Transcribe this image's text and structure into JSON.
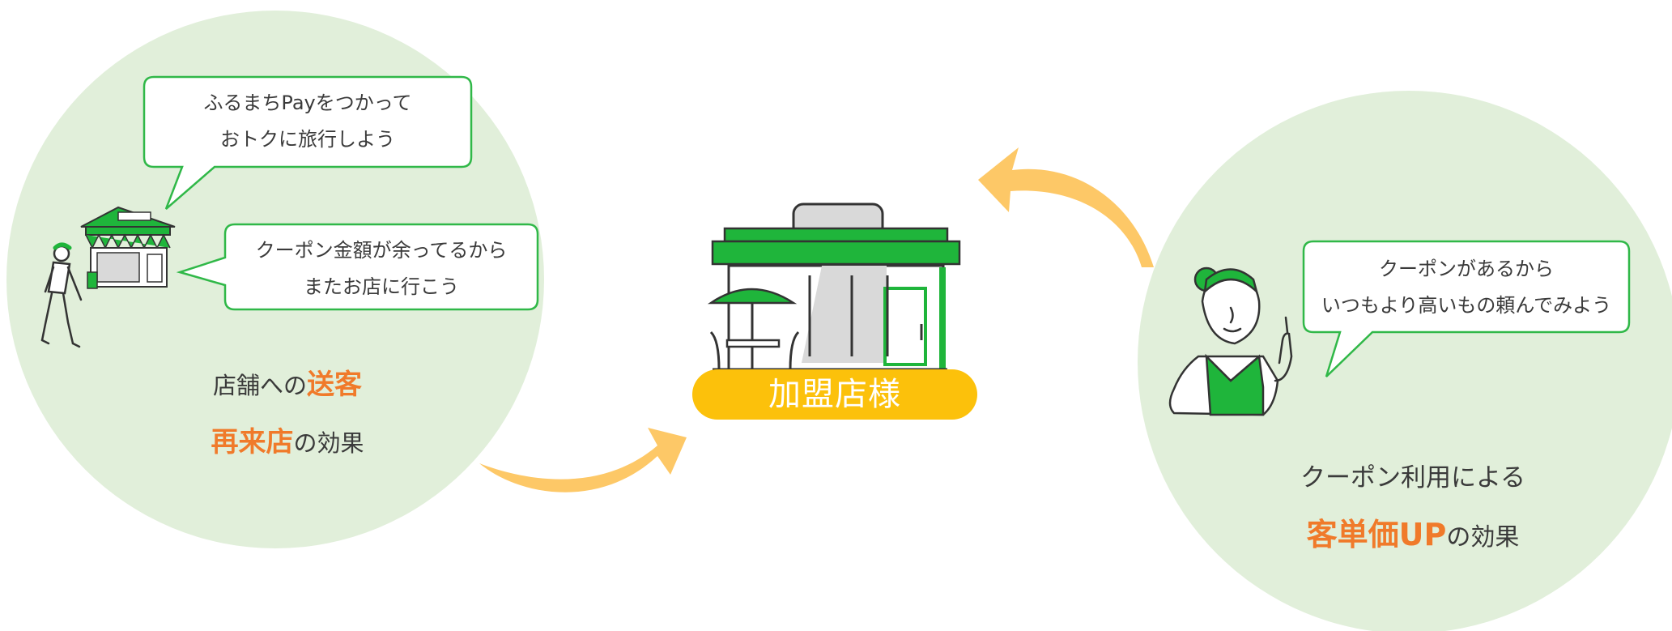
{
  "colors": {
    "circle_bg": "#e1efda",
    "green": "#1fb53b",
    "bubble_border": "#30b848",
    "arrow": "#fdc867",
    "accent_text": "#f07a2a",
    "label_bg": "#fcc10b"
  },
  "left": {
    "bubble_top": {
      "line1": "ふるまちPayをつかって",
      "line2": "おトクに旅行しよう"
    },
    "bubble_bottom": {
      "line1": "クーポン金額が余ってるから",
      "line2": "またお店に行こう"
    },
    "caption": {
      "line1_prefix": "店舗への",
      "line1_em": "送客",
      "line2_em": "再来店",
      "line2_suffix": "の効果"
    }
  },
  "center": {
    "store_label": "加盟店様"
  },
  "right": {
    "bubble": {
      "line1": "クーポンがあるから",
      "line2": "いつもより高いもの頼んでみよう"
    },
    "caption": {
      "line1": "クーポン利用による",
      "line2_em": "客単価UP",
      "line2_suffix": "の効果"
    }
  },
  "icons": [
    "shop-icon",
    "walking-person-icon",
    "storefront-cafe-icon",
    "woman-pointing-icon",
    "curved-arrow-icon"
  ]
}
